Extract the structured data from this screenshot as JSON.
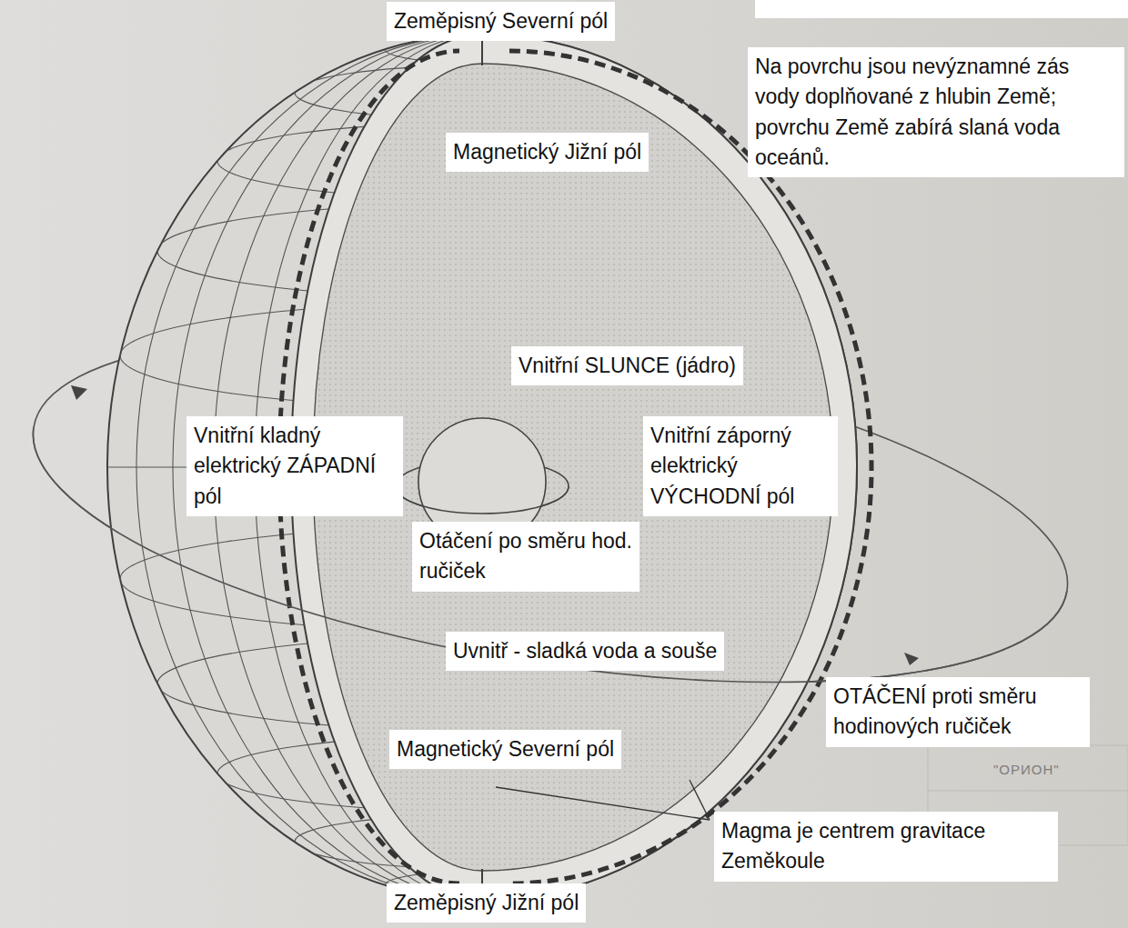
{
  "diagram": {
    "nodes": [
      {
        "text": [
          "Zeměpisný Severní pól"
        ]
      },
      {
        "text": [
          "Na povrchu jsou nevýznamné zás vody doplňované z hlubin Země; povrchu Země zabírá slaná voda oceánů."
        ]
      },
      {
        "text": [
          "Magnetický Jižní pól"
        ]
      },
      {
        "text": [
          "Vnitřní SLUNCE (jádro)"
        ]
      },
      {
        "text": [
          "Vnitřní kladný elektrický ZÁPADNÍ pól"
        ]
      },
      {
        "text": [
          "Vnitřní záporný elektrický VÝCHODNÍ pól"
        ]
      },
      {
        "text": [
          "Otáčení po směru hod. ručiček"
        ]
      },
      {
        "text": [
          "Uvnitř - sladká voda a souše"
        ]
      },
      {
        "text": [
          "OTÁČENÍ proti směru hodinových ručiček"
        ]
      },
      {
        "text": [
          "Magnetický Severní pól"
        ]
      },
      {
        "text": [
          "Magma je centrem gravitace Zeměkoule"
        ]
      },
      {
        "text": [
          "Zeměpisný Jižní pól"
        ]
      }
    ],
    "labels": [
      "\"ОРИОН\""
    ]
  }
}
